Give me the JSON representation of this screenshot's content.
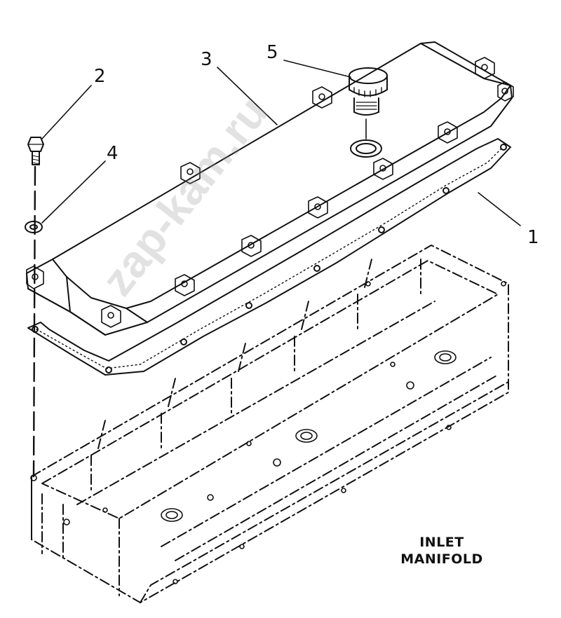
{
  "callouts": {
    "c1": "1",
    "c2": "2",
    "c3": "3",
    "c4": "4",
    "c5": "5"
  },
  "caption": {
    "line1": "INLET",
    "line2": "MANIFOLD"
  },
  "watermark": "zap-kam.ru",
  "parts": [
    {
      "id": "1",
      "name": "gasket"
    },
    {
      "id": "2",
      "name": "bolt"
    },
    {
      "id": "3",
      "name": "valve-cover"
    },
    {
      "id": "4",
      "name": "washer"
    },
    {
      "id": "5",
      "name": "breather-cap"
    }
  ],
  "colors": {
    "line": "#111111",
    "background": "#ffffff",
    "watermark": "#969696"
  }
}
